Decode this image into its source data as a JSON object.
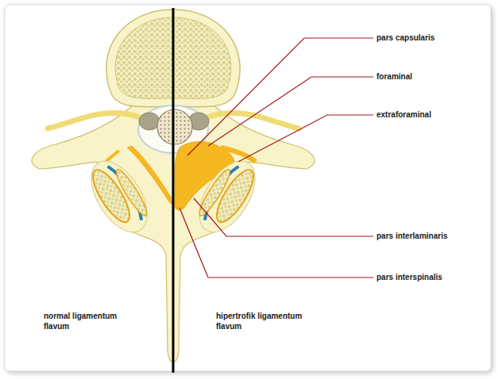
{
  "diagram": {
    "labels": [
      "pars capsularis",
      "foraminal",
      "extraforaminal",
      "pars interlaminaris",
      "pars interspinalis",
      "normal ligamentum flavum",
      "hipertrofik ligamentum flavum"
    ]
  }
}
